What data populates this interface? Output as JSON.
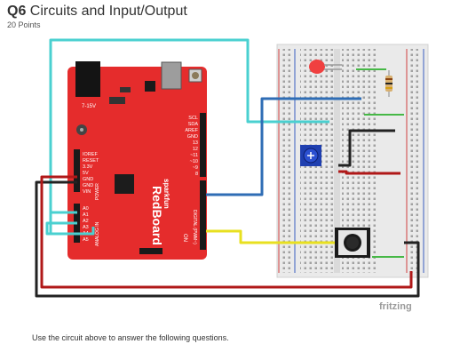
{
  "question": {
    "number": "Q6",
    "title": "Circuits and Input/Output",
    "points": "20 Points"
  },
  "figure": {
    "watermark": "fritzing",
    "board": {
      "brand": "RedBoard",
      "maker": "sparkfun",
      "voltage_label": "7-15V",
      "left_header_labels": [
        "IOREF",
        "RESET",
        "3.3V",
        "5V",
        "GND",
        "GND",
        "VIN"
      ],
      "analog_labels": [
        "A0",
        "A1",
        "A2",
        "A3",
        "A4",
        "A5"
      ],
      "right_header_labels": [
        "SCL",
        "SDA",
        "AREF",
        "GND",
        "13",
        "12",
        "~11",
        "~10",
        "~9",
        "8"
      ],
      "power_label": "POWER",
      "analog_in_label": "ANALOG IN",
      "digital_label": "DIGITAL (PWM~)",
      "on_label": "ON"
    },
    "colors": {
      "board": "#e52c2c",
      "breadboard": "#e9e9e9",
      "wire_cyan": "#4ad0d0",
      "wire_blue": "#2f6db5",
      "wire_black": "#222222",
      "wire_red": "#b01818",
      "wire_yellow": "#e8e020",
      "wire_green": "#46b846",
      "led": "#f04040",
      "potentiometer": "#1f3fb0"
    }
  },
  "caption": "Use the circuit above to answer the following questions."
}
